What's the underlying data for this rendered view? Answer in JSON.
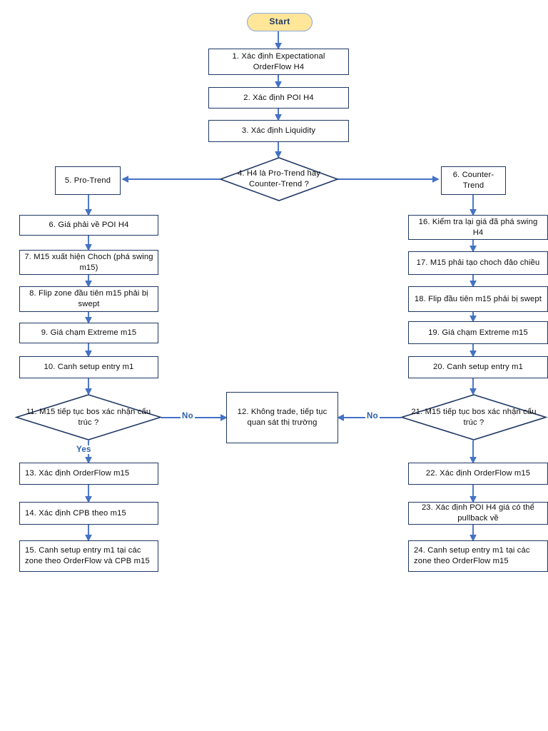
{
  "diagram": {
    "title": "Trading strategy flowchart",
    "colors": {
      "node_border": "#1F3864",
      "node_fill": "#FFFFFF",
      "terminator_fill": "#FFE699",
      "terminator_border": "#8EA9DB",
      "connector": "#4472C4",
      "label_text": "#2E5FAC",
      "text": "#0D0D0D"
    }
  },
  "nodes": {
    "start": {
      "label": "Start",
      "shape": "terminator"
    },
    "n1": {
      "label": "1. Xác định Expectational OrderFlow H4",
      "shape": "process"
    },
    "n2": {
      "label": "2. Xác định POI H4",
      "shape": "process"
    },
    "n3": {
      "label": "3. Xác định Liquidity",
      "shape": "process"
    },
    "n4": {
      "label": "4. H4 là Pro-Trend hay Counter-Trend ?",
      "shape": "decision"
    },
    "n5": {
      "label": "5. Pro-Trend",
      "shape": "process"
    },
    "n6l": {
      "label": "6. Giá phải về POI H4",
      "shape": "process"
    },
    "n7": {
      "label": "7. M15 xuất hiện Choch (phá swing m15)",
      "shape": "process"
    },
    "n8": {
      "label": "8. Flip zone đầu tiên m15 phải bị swept",
      "shape": "process"
    },
    "n9": {
      "label": "9. Giá chạm Extreme m15",
      "shape": "process"
    },
    "n10": {
      "label": "10. Canh setup entry m1",
      "shape": "process"
    },
    "n11": {
      "label": "11. M15 tiếp tục bos xác nhận cấu trúc ?",
      "shape": "decision"
    },
    "n12": {
      "label": "12. Không trade, tiếp tục quan sát thị trường",
      "shape": "process"
    },
    "n13": {
      "label": "13. Xác định OrderFlow m15",
      "shape": "process"
    },
    "n14": {
      "label": "14. Xác định CPB theo m15",
      "shape": "process"
    },
    "n15": {
      "label": "15. Canh setup entry m1 tại các zone theo OrderFlow và CPB m15",
      "shape": "process"
    },
    "n6r": {
      "label": "6. Counter-Trend",
      "shape": "process"
    },
    "n16": {
      "label": "16. Kiểm tra lại giá đã phá swing H4",
      "shape": "process"
    },
    "n17": {
      "label": "17. M15 phải tạo choch đảo chiều",
      "shape": "process"
    },
    "n18": {
      "label": "18. Flip đầu tiên m15 phải bị swept",
      "shape": "process"
    },
    "n19": {
      "label": "19. Giá chạm Extreme m15",
      "shape": "process"
    },
    "n20": {
      "label": "20. Canh setup entry m1",
      "shape": "process"
    },
    "n21": {
      "label": "21. M15 tiếp tục bos xác nhận cấu trúc ?",
      "shape": "decision"
    },
    "n22": {
      "label": "22. Xác định OrderFlow m15",
      "shape": "process"
    },
    "n23": {
      "label": "23. Xác định POI H4 giá có thể pullback về",
      "shape": "process"
    },
    "n24": {
      "label": "24. Canh setup entry m1 tại  các zone theo OrderFlow m15",
      "shape": "process"
    }
  },
  "edge_labels": {
    "yes_left": "Yes",
    "no_left": "No",
    "no_right": "No"
  }
}
